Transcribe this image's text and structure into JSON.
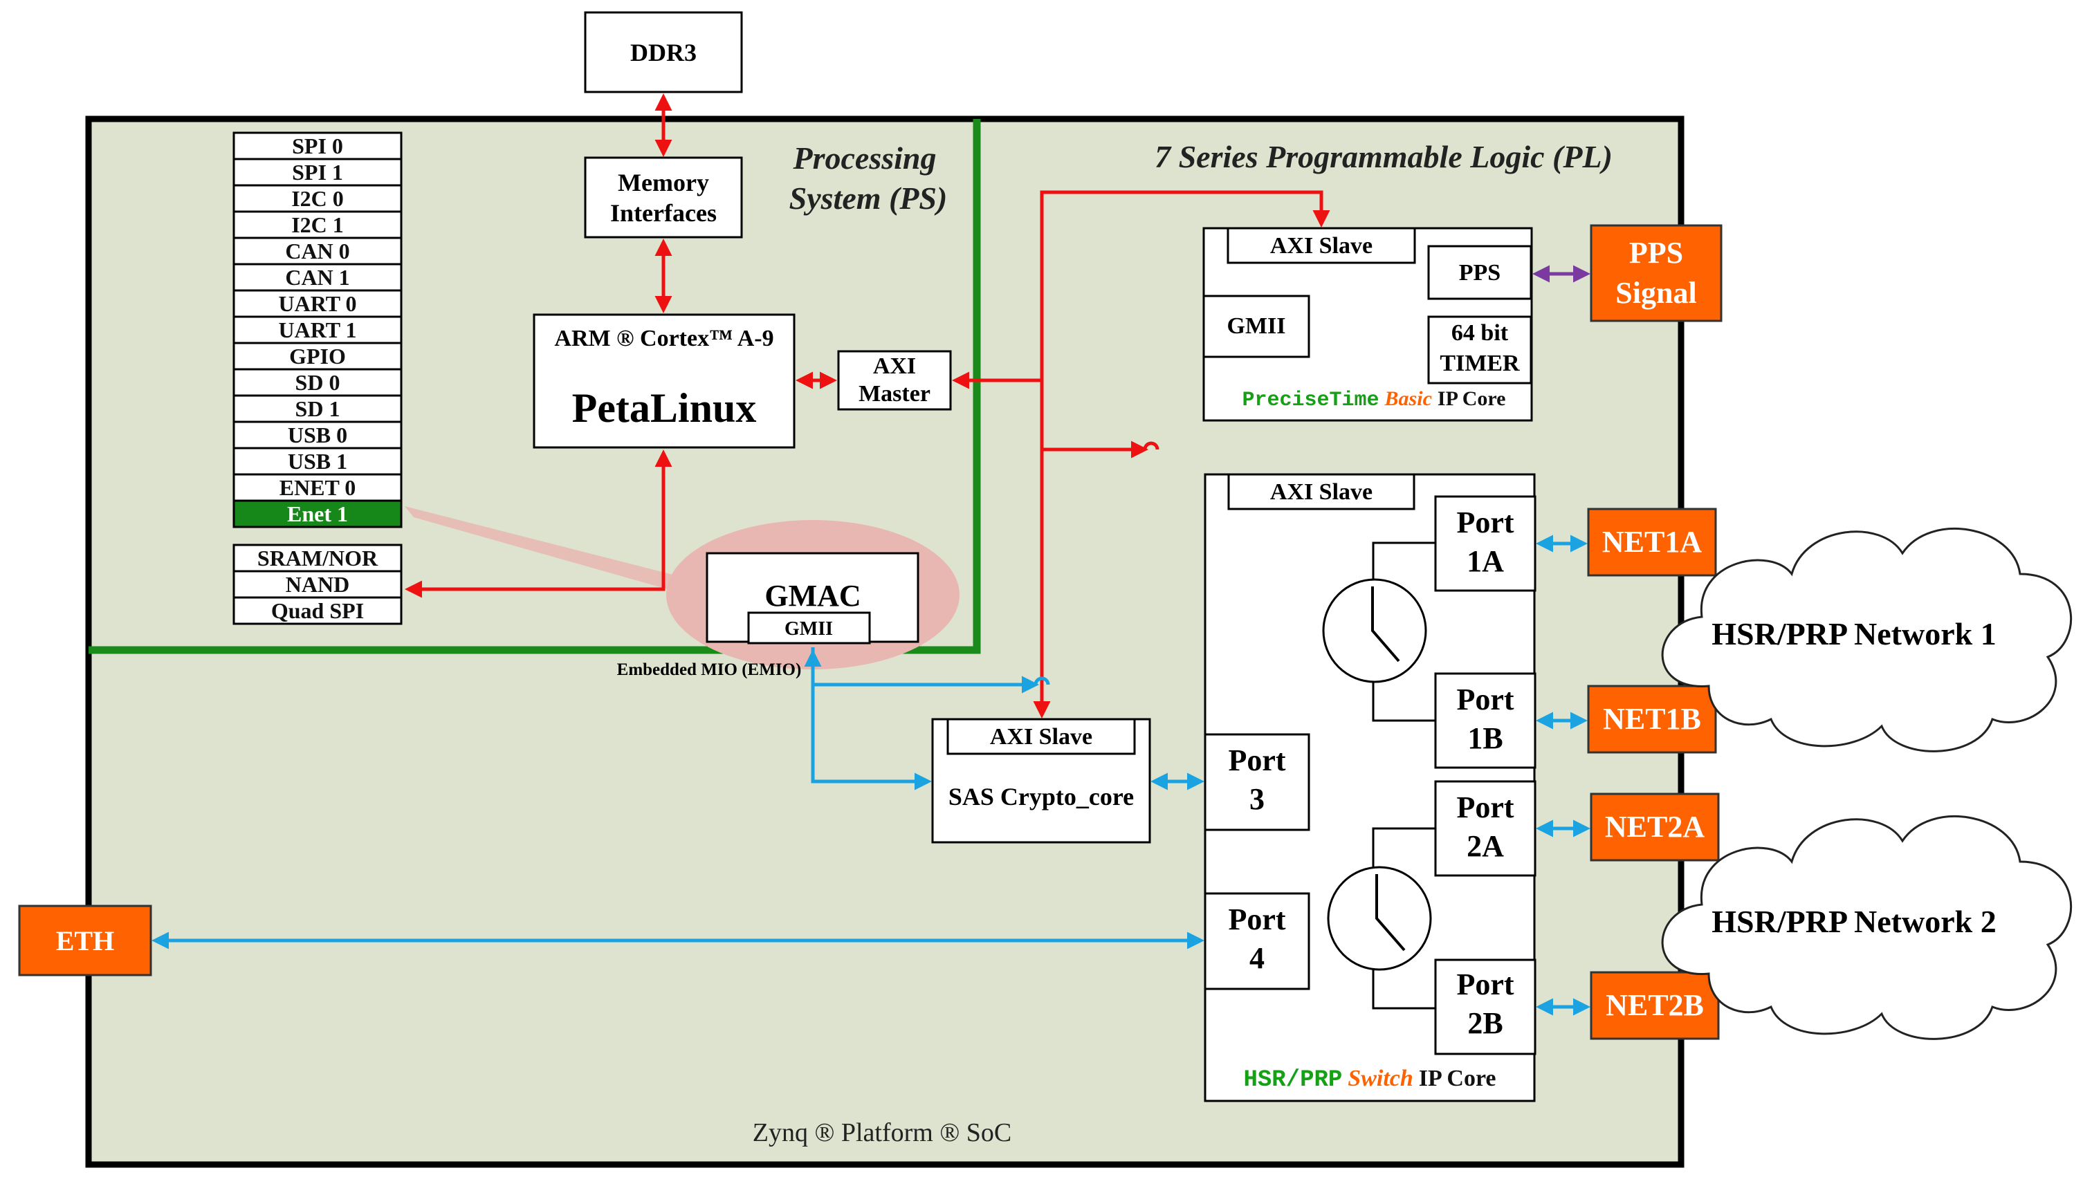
{
  "title": {
    "platform": "Zynq ® Platform ® SoC",
    "ps": [
      "Processing",
      "System (PS)"
    ],
    "pl": "7 Series Programmable Logic (PL)",
    "emio": "Embedded MIO (EMIO)"
  },
  "blocks": {
    "ddr3": "DDR3",
    "memory_interfaces": [
      "Memory",
      "Interfaces"
    ],
    "arm": "ARM ®  Cortex™ A-9",
    "petalinux": "PetaLinux",
    "axi_master": [
      "AXI",
      "Master"
    ],
    "gmac": "GMAC",
    "gmac_gmii": "GMII",
    "sas_axi_slave": "AXI Slave",
    "sas_core": "SAS Crypto_core",
    "eth": "ETH"
  },
  "peripherals": [
    "SPI 0",
    "SPI 1",
    "I2C 0",
    "I2C 1",
    "CAN 0",
    "CAN 1",
    "UART 0",
    "UART 1",
    "GPIO",
    "SD 0",
    "SD 1",
    "USB 0",
    "USB 1",
    "ENET 0",
    "Enet 1"
  ],
  "memory_list": [
    "SRAM/NOR",
    "NAND",
    "Quad SPI"
  ],
  "precisetime": {
    "axi_slave": "AXI Slave",
    "gmii": "GMII",
    "pps": "PPS",
    "timer": [
      "64 bit",
      "TIMER"
    ],
    "caption_a": "PreciseTime",
    "caption_b": "Basic",
    "caption_c": "IP Core"
  },
  "switch": {
    "axi_slave": "AXI Slave",
    "port1a": [
      "Port",
      "1A"
    ],
    "port1b": [
      "Port",
      "1B"
    ],
    "port2a": [
      "Port",
      "2A"
    ],
    "port2b": [
      "Port",
      "2B"
    ],
    "port3": [
      "Port",
      "3"
    ],
    "port4": [
      "Port",
      "4"
    ],
    "caption_a": "HSR/PRP",
    "caption_b": "Switch",
    "caption_c": "IP Core"
  },
  "external": {
    "pps_signal": [
      "PPS",
      "Signal"
    ],
    "net1a": "NET1A",
    "net1b": "NET1B",
    "net2a": "NET2A",
    "net2b": "NET2B",
    "network1": "HSR/PRP Network 1",
    "network2": "HSR/PRP Network 2"
  },
  "colors": {
    "board_fill": "#dde3cf",
    "ps_border": "#1a8a1a",
    "highlight_green": "#16881a",
    "orange": "#ff6200",
    "red_arrow": "#ee1111",
    "blue_arrow": "#1aa3e0",
    "purple_arrow": "#7a3aa0",
    "pink_ellipse": "#e8b7b2"
  }
}
